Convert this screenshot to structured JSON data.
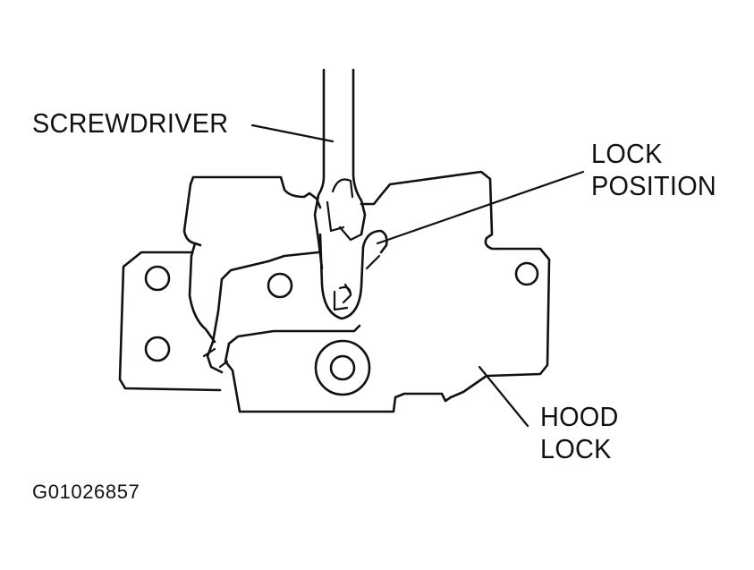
{
  "labels": {
    "screwdriver": "SCREWDRIVER",
    "lock_position_line1": "LOCK",
    "lock_position_line2": "POSITION",
    "hood_lock_line1": "HOOD",
    "hood_lock_line2": "LOCK",
    "figure_id": "G01026857"
  },
  "colors": {
    "ink": "#111111",
    "background": "#ffffff"
  }
}
